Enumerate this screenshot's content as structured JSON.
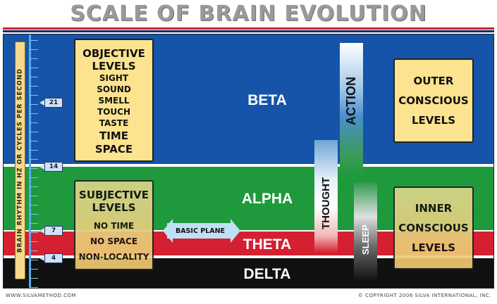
{
  "title": "SCALE OF BRAIN EVOLUTION",
  "y_axis_label": "BRAIN RHYTHM IN HZ OR CYCLES PER SECOND",
  "markers": [
    "21",
    "14",
    "7",
    "4"
  ],
  "bands": {
    "beta": "BETA",
    "alpha": "ALPHA",
    "theta": "THETA",
    "delta": "DELTA"
  },
  "objective": {
    "heading": [
      "OBJECTIVE",
      "LEVELS"
    ],
    "items": [
      "SIGHT",
      "SOUND",
      "SMELL",
      "TOUCH",
      "TASTE"
    ],
    "items_big": [
      "TIME",
      "SPACE"
    ]
  },
  "subjective": {
    "heading": [
      "SUBJECTIVE",
      "LEVELS"
    ],
    "items": [
      "NO TIME",
      "NO SPACE",
      "NON-LOCALITY"
    ]
  },
  "basic_plane": "BASIC PLANE",
  "columns": {
    "action": "ACTION",
    "thought": "THOUGHT",
    "sleep": "SLEEP"
  },
  "outer": [
    "OUTER",
    "CONSCIOUS",
    "LEVELS"
  ],
  "inner": [
    "INNER",
    "CONSCIOUS",
    "LEVELS"
  ],
  "footer": {
    "left": "WWW.SILVAMETHOD.COM",
    "right": "© COPYRIGHT 2006 SILVA INTERNATIONAL, INC."
  },
  "colors": {
    "beta": "#1554a8",
    "alpha": "#1e9a3c",
    "theta": "#d42030",
    "delta": "#111111",
    "box": "#fbe390"
  }
}
